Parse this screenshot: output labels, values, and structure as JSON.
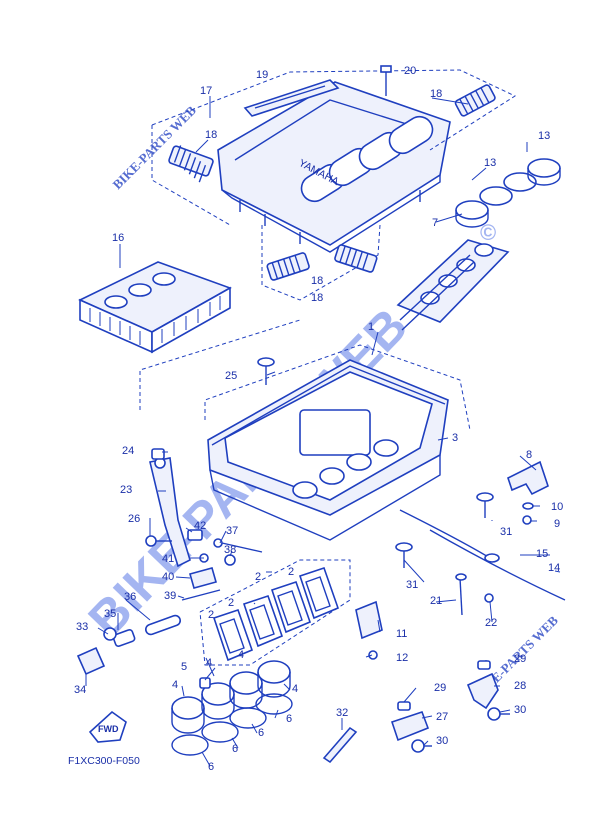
{
  "diagram_code": "F1XC300-F050",
  "watermark_main": "BIKE-PARTS WEB",
  "watermark_small": "BIKE-PARTS WEB",
  "copyright_mark": "©",
  "brand_on_cover": "YAMAHA",
  "fwd_label": "FWD",
  "callouts": [
    "1",
    "2",
    "2",
    "2",
    "2",
    "3",
    "4",
    "4",
    "4",
    "4",
    "5",
    "6",
    "6",
    "6",
    "6",
    "7",
    "8",
    "9",
    "10",
    "11",
    "12",
    "13",
    "13",
    "14",
    "15",
    "16",
    "17",
    "18",
    "18",
    "18",
    "18",
    "19",
    "20",
    "21",
    "22",
    "23",
    "24",
    "25",
    "26",
    "27",
    "28",
    "29",
    "29",
    "30",
    "30",
    "31",
    "31",
    "32",
    "33",
    "34",
    "35",
    "36",
    "37",
    "38",
    "39",
    "40",
    "41",
    "42"
  ]
}
